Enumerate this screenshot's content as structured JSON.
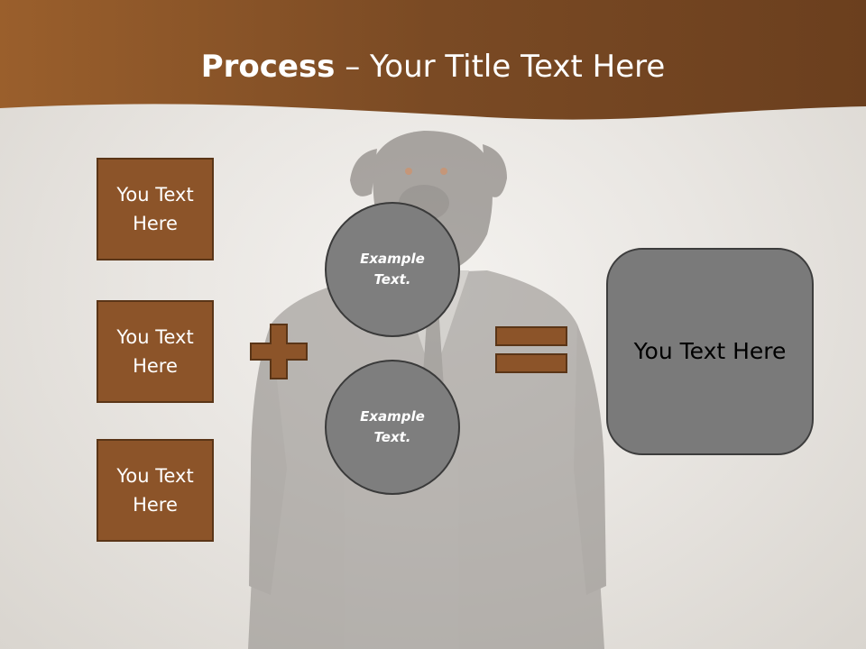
{
  "slide": {
    "title_bold": "Process",
    "title_rest": " – Your Title Text Here",
    "left_boxes": [
      {
        "label": "You Text Here"
      },
      {
        "label": "You Text Here"
      },
      {
        "label": "You Text Here"
      }
    ],
    "circles": [
      {
        "label": "Example Text."
      },
      {
        "label": "Example Text."
      }
    ],
    "result_box": {
      "label": "You Text Here"
    },
    "operators": [
      "plus-icon",
      "equals-icon"
    ],
    "colors": {
      "header_brown": "#7a4a24",
      "box_brown": "#8c5429",
      "box_border": "#5a3517",
      "circle_gray": "#7e7e7e",
      "result_gray": "#7a7a7a"
    }
  }
}
